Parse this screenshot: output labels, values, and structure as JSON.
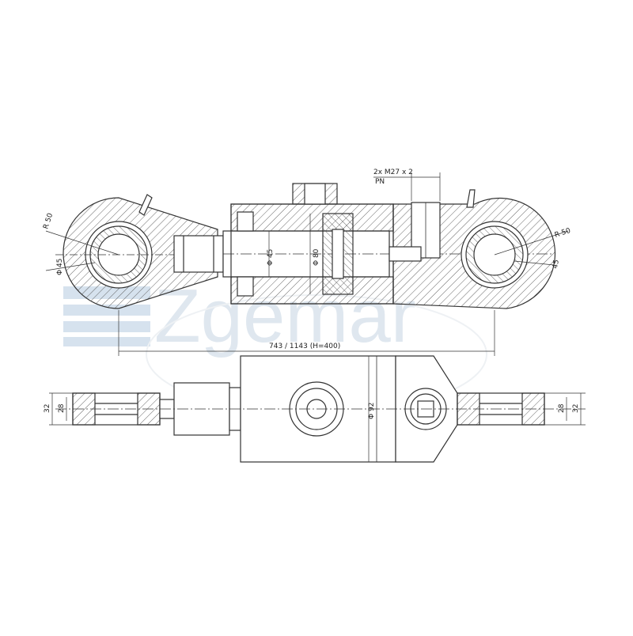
{
  "drawing": {
    "labels": {
      "thread": "2x M27 x 2",
      "pn": "PN",
      "r50_left": "R 50",
      "r50_right": "R 50",
      "dia45_eye_left": "Φ 45",
      "dia45_eye_right": "45",
      "rod_dia": "Φ 45",
      "bore_dia": "Φ 80",
      "body_dia": "Φ 92",
      "length": "743 / 1143  (H=400)",
      "w32_left": "32",
      "w28_left": "28",
      "w28_right": "28",
      "w32_right": "32"
    }
  },
  "watermark": {
    "text": "Zgemar",
    "color": "#dfe7ef"
  }
}
